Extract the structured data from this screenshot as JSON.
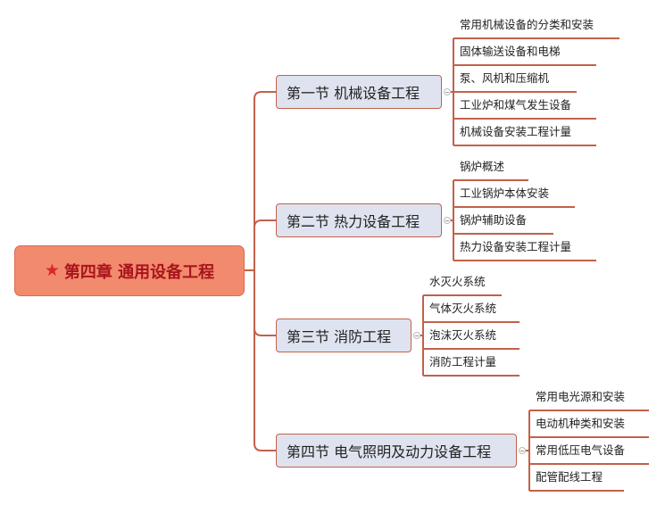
{
  "colors": {
    "root_fill": "#f28a6e",
    "root_text": "#a8151c",
    "section_fill": "#dfe3ef",
    "connector": "#c2614a"
  },
  "root": {
    "icon": "star-icon",
    "label": "第四章 通用设备工程"
  },
  "sections": [
    {
      "label": "第一节 机械设备工程",
      "items": [
        "常用机械设备的分类和安装",
        "固体输送设备和电梯",
        "泵、风机和压缩机",
        "工业炉和煤气发生设备",
        "机械设备安装工程计量"
      ]
    },
    {
      "label": "第二节 热力设备工程",
      "items": [
        "锅炉概述",
        "工业锅炉本体安装",
        "锅炉辅助设备",
        "热力设备安装工程计量"
      ]
    },
    {
      "label": "第三节 消防工程",
      "items": [
        "水灭火系统",
        "气体灭火系统",
        "泡沫灭火系统",
        "消防工程计量"
      ]
    },
    {
      "label": "第四节 电气照明及动力设备工程",
      "items": [
        "常用电光源和安装",
        "电动机种类和安装",
        "常用低压电气设备",
        "配管配线工程"
      ]
    }
  ]
}
